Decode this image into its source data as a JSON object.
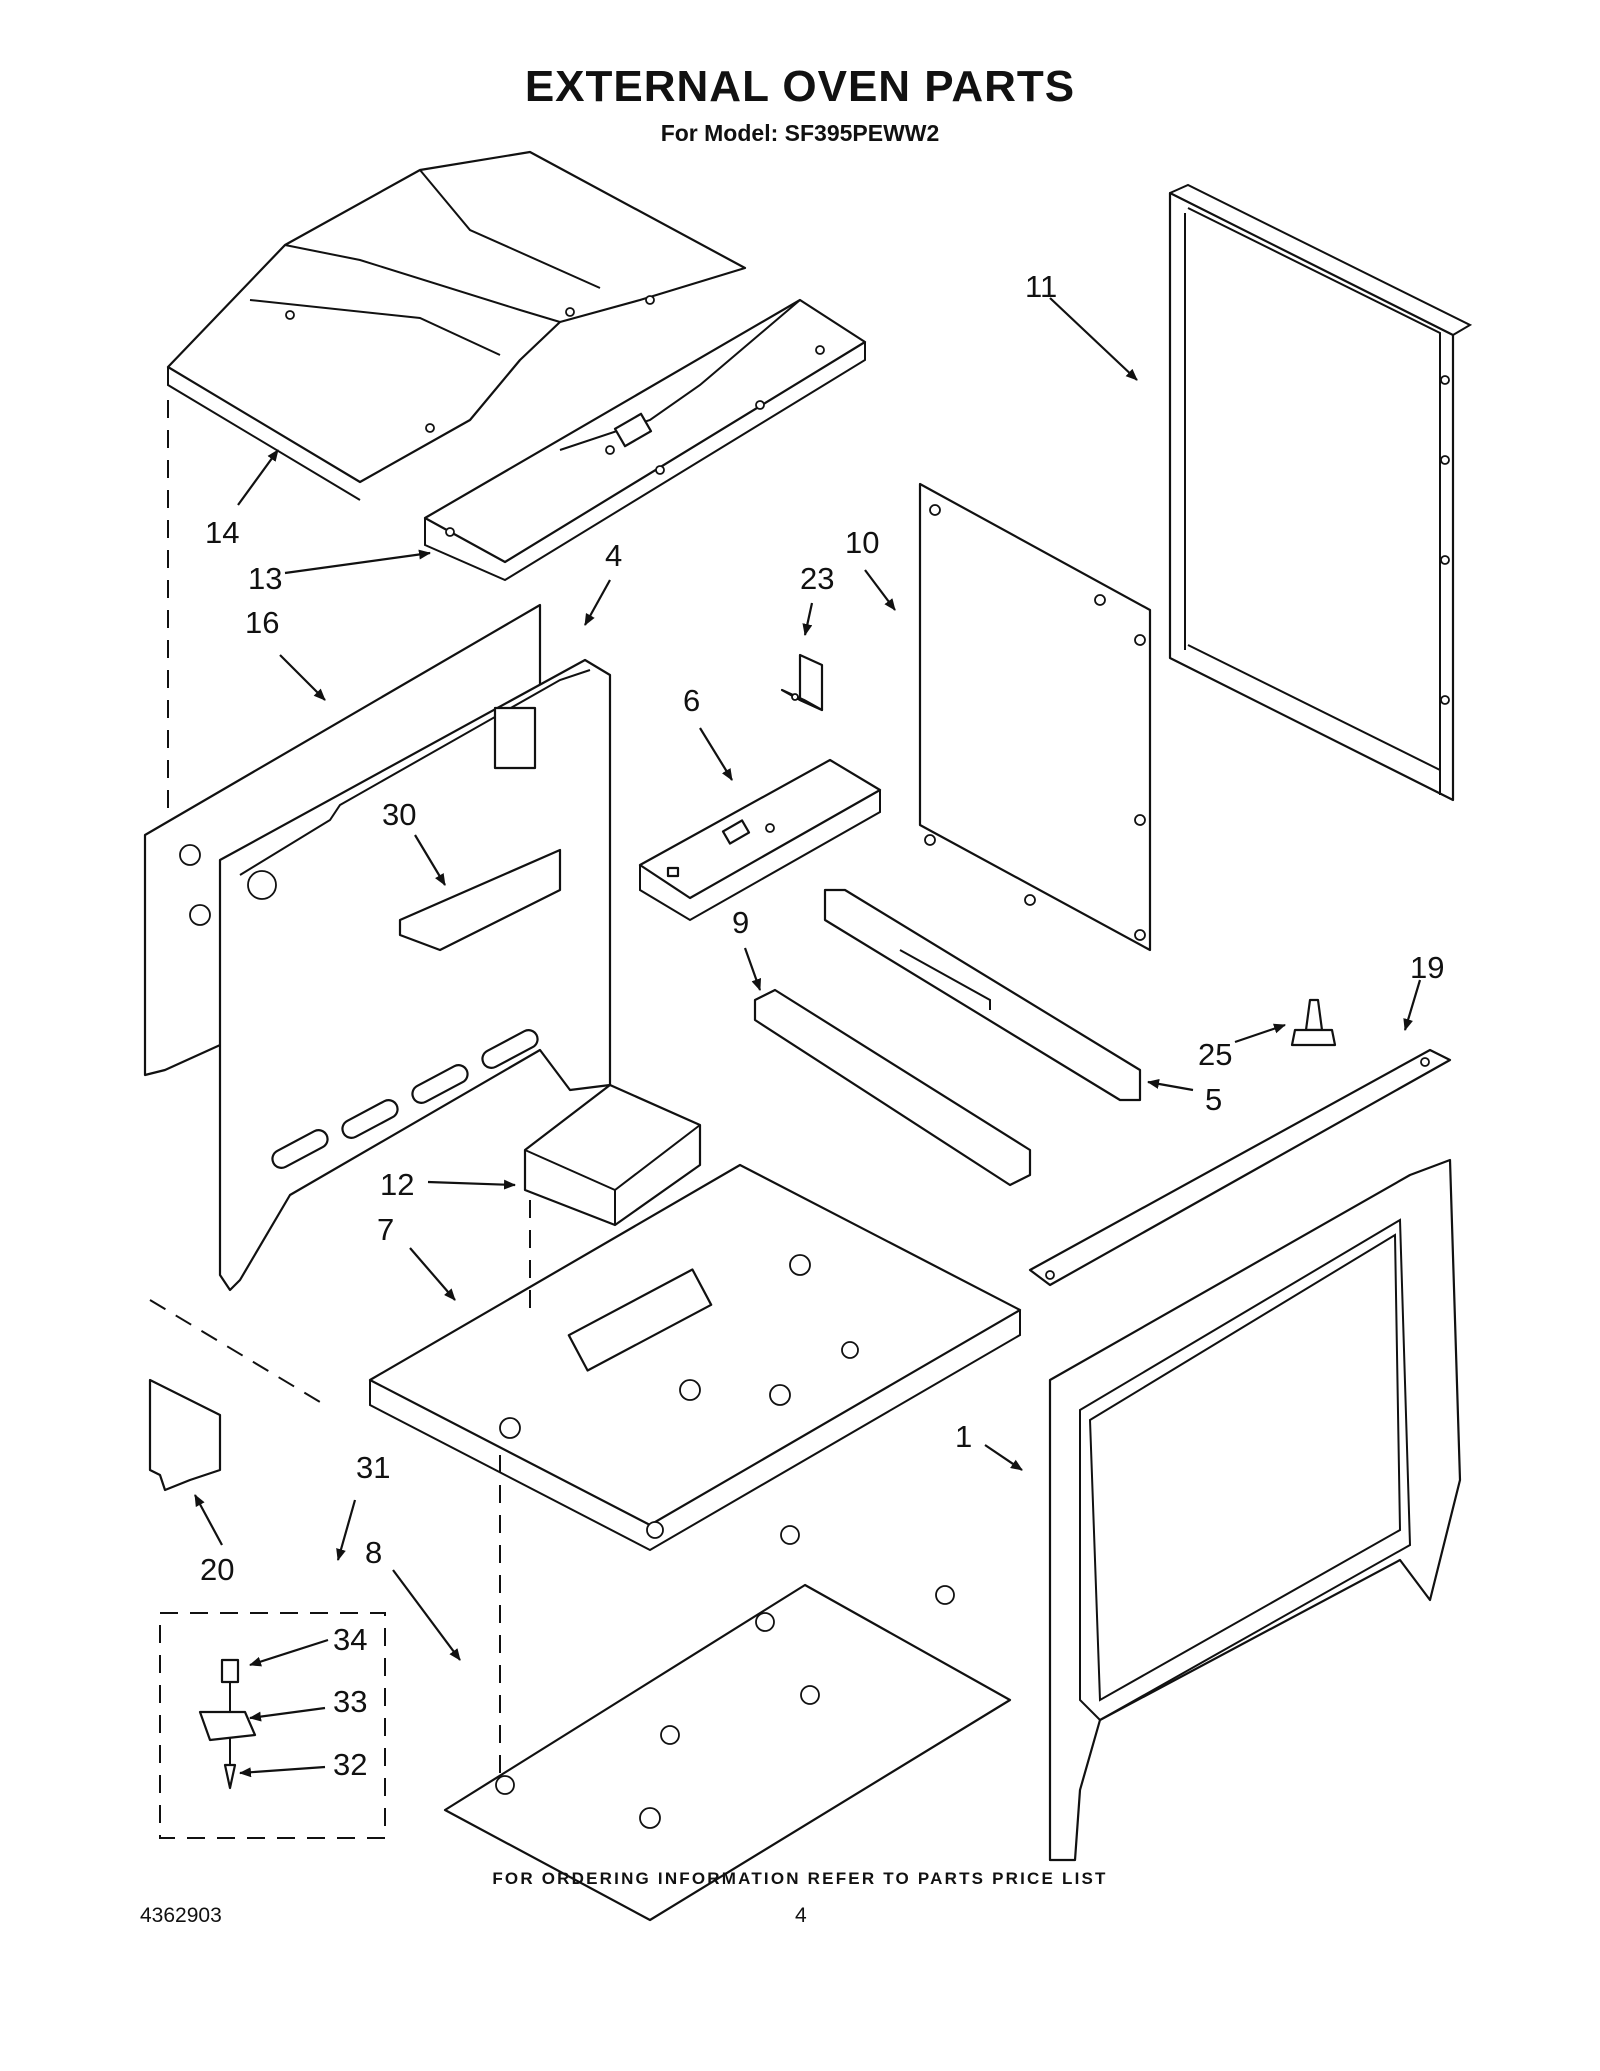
{
  "header": {
    "title": "EXTERNAL OVEN PARTS",
    "subtitle": "For Model: SF395PEWW2"
  },
  "callouts": [
    {
      "id": "11",
      "label": "11"
    },
    {
      "id": "14",
      "label": "14"
    },
    {
      "id": "13",
      "label": "13"
    },
    {
      "id": "4",
      "label": "4"
    },
    {
      "id": "16",
      "label": "16"
    },
    {
      "id": "23",
      "label": "23"
    },
    {
      "id": "10",
      "label": "10"
    },
    {
      "id": "6",
      "label": "6"
    },
    {
      "id": "30",
      "label": "30"
    },
    {
      "id": "9",
      "label": "9"
    },
    {
      "id": "19",
      "label": "19"
    },
    {
      "id": "25",
      "label": "25"
    },
    {
      "id": "5",
      "label": "5"
    },
    {
      "id": "12",
      "label": "12"
    },
    {
      "id": "7",
      "label": "7"
    },
    {
      "id": "1",
      "label": "1"
    },
    {
      "id": "31",
      "label": "31"
    },
    {
      "id": "20",
      "label": "20"
    },
    {
      "id": "8",
      "label": "8"
    },
    {
      "id": "34",
      "label": "34"
    },
    {
      "id": "33",
      "label": "33"
    },
    {
      "id": "32",
      "label": "32"
    }
  ],
  "footer": {
    "note": "FOR ORDERING INFORMATION REFER TO PARTS PRICE LIST",
    "doc_number": "4362903",
    "page_number": "4"
  }
}
